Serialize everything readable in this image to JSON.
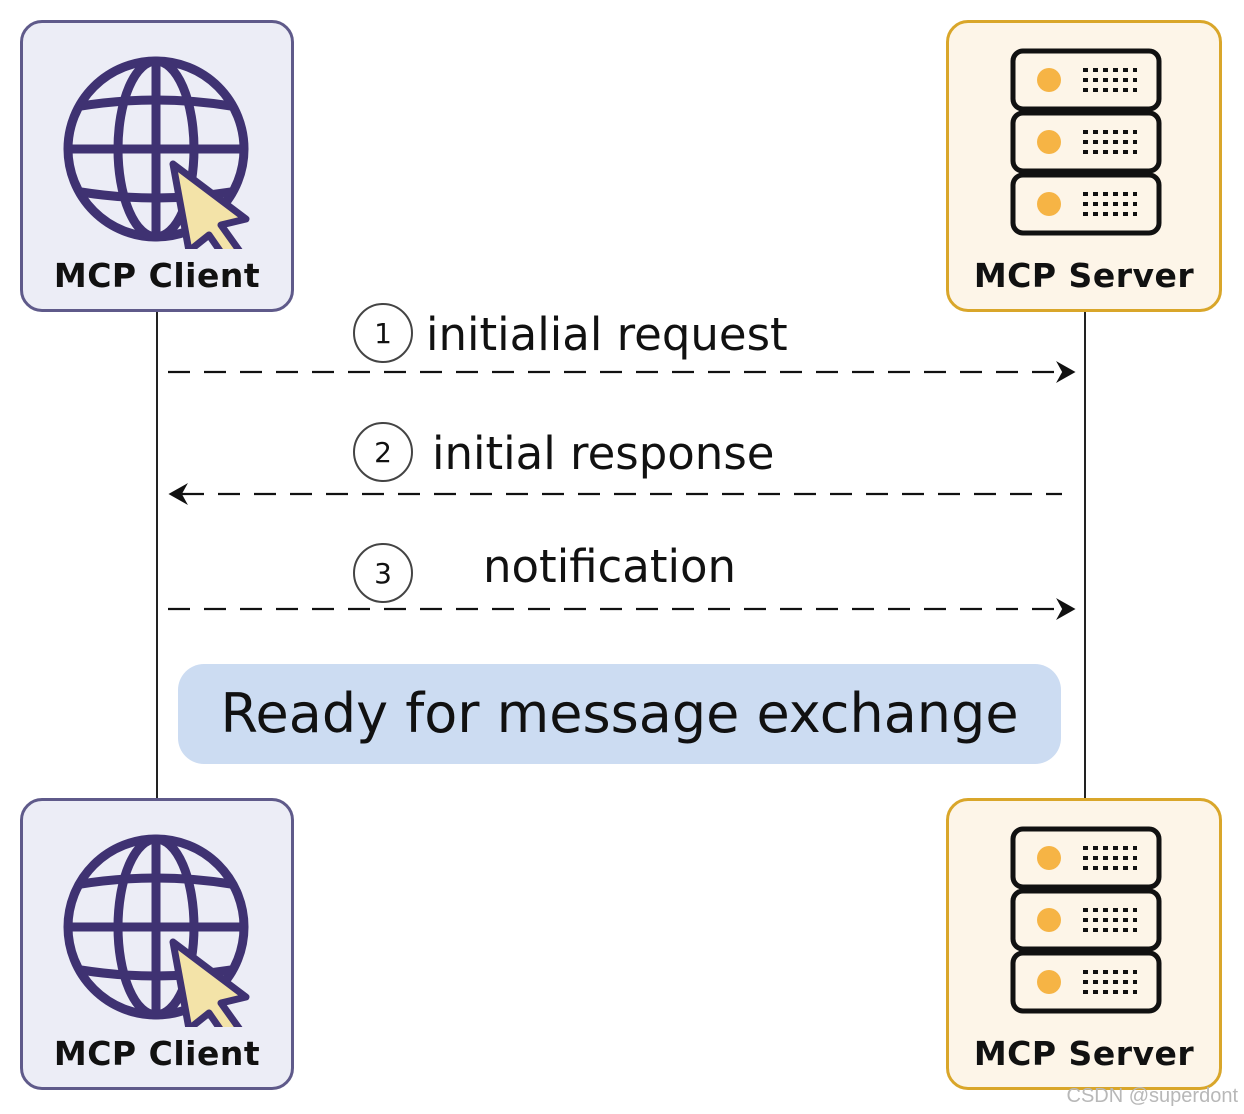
{
  "participants": {
    "client_label": "MCP Client",
    "server_label": "MCP Server"
  },
  "messages": [
    {
      "step": "1",
      "label": "initialial request",
      "direction": "client-to-server"
    },
    {
      "step": "2",
      "label": "initial response",
      "direction": "server-to-client"
    },
    {
      "step": "3",
      "label": "notification",
      "direction": "client-to-server"
    }
  ],
  "banner": "Ready for message exchange",
  "watermark": "CSDN @superdont",
  "colors": {
    "client_fill": "#ecedf6",
    "client_border": "#5f5a8a",
    "globe": "#3f3272",
    "cursor": "#f3e3a8",
    "server_fill": "#fdf5e8",
    "server_border": "#d9a62a",
    "server_led": "#f6b445",
    "banner_fill": "#ccdcf2"
  },
  "icons": {
    "client": "globe-with-cursor-icon",
    "server": "server-rack-icon"
  }
}
